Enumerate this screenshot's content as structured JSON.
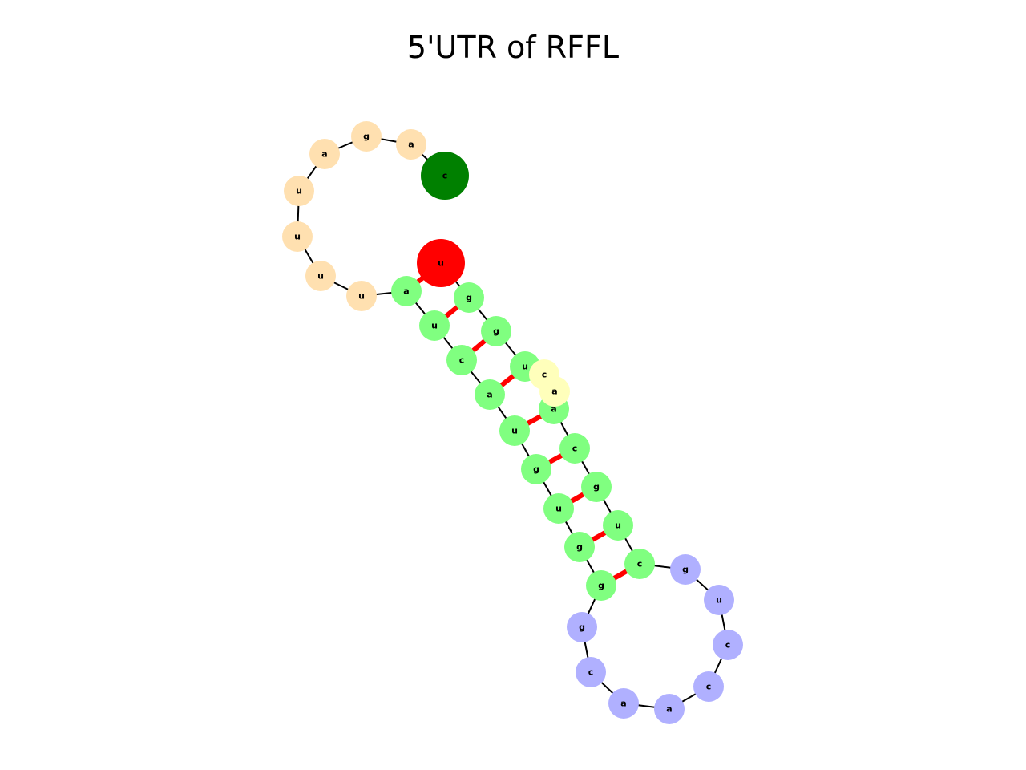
{
  "title": "5'UTR of RFFL",
  "colors": {
    "stem": "#80ff80",
    "hairpin_loop": "#b0b0ff",
    "external": "#ffe0b0",
    "bulge": "#ffffbb",
    "five_prime_end": "#008000",
    "three_prime_end": "#ff0000",
    "backbone": "#000000",
    "base_pair": "#ff0000"
  },
  "structure": {
    "nucleotides": [
      {
        "base": "c",
        "region": "five_prime_end"
      },
      {
        "base": "a",
        "region": "external"
      },
      {
        "base": "g",
        "region": "external"
      },
      {
        "base": "a",
        "region": "external"
      },
      {
        "base": "u",
        "region": "external"
      },
      {
        "base": "u",
        "region": "external"
      },
      {
        "base": "u",
        "region": "external"
      },
      {
        "base": "u",
        "region": "external"
      },
      {
        "base": "a",
        "region": "stem"
      },
      {
        "base": "u",
        "region": "stem"
      },
      {
        "base": "c",
        "region": "stem"
      },
      {
        "base": "a",
        "region": "stem"
      },
      {
        "base": "u",
        "region": "stem"
      },
      {
        "base": "g",
        "region": "stem"
      },
      {
        "base": "u",
        "region": "stem"
      },
      {
        "base": "g",
        "region": "stem"
      },
      {
        "base": "g",
        "region": "stem"
      },
      {
        "base": "g",
        "region": "hairpin_loop"
      },
      {
        "base": "c",
        "region": "hairpin_loop"
      },
      {
        "base": "a",
        "region": "hairpin_loop"
      },
      {
        "base": "a",
        "region": "hairpin_loop"
      },
      {
        "base": "c",
        "region": "hairpin_loop"
      },
      {
        "base": "c",
        "region": "hairpin_loop"
      },
      {
        "base": "u",
        "region": "hairpin_loop"
      },
      {
        "base": "g",
        "region": "hairpin_loop"
      },
      {
        "base": "c",
        "region": "stem"
      },
      {
        "base": "u",
        "region": "stem"
      },
      {
        "base": "g",
        "region": "stem"
      },
      {
        "base": "c",
        "region": "stem"
      },
      {
        "base": "a",
        "region": "stem"
      },
      {
        "base": "a",
        "region": "bulge"
      },
      {
        "base": "c",
        "region": "bulge"
      },
      {
        "base": "u",
        "region": "stem"
      },
      {
        "base": "g",
        "region": "stem"
      },
      {
        "base": "g",
        "region": "stem"
      },
      {
        "base": "u",
        "region": "three_prime_end"
      }
    ],
    "base_pairs": [
      [
        8,
        35
      ],
      [
        9,
        34
      ],
      [
        10,
        33
      ],
      [
        11,
        32
      ],
      [
        12,
        29
      ],
      [
        13,
        28
      ],
      [
        14,
        27
      ],
      [
        15,
        26
      ],
      [
        16,
        25
      ]
    ]
  }
}
